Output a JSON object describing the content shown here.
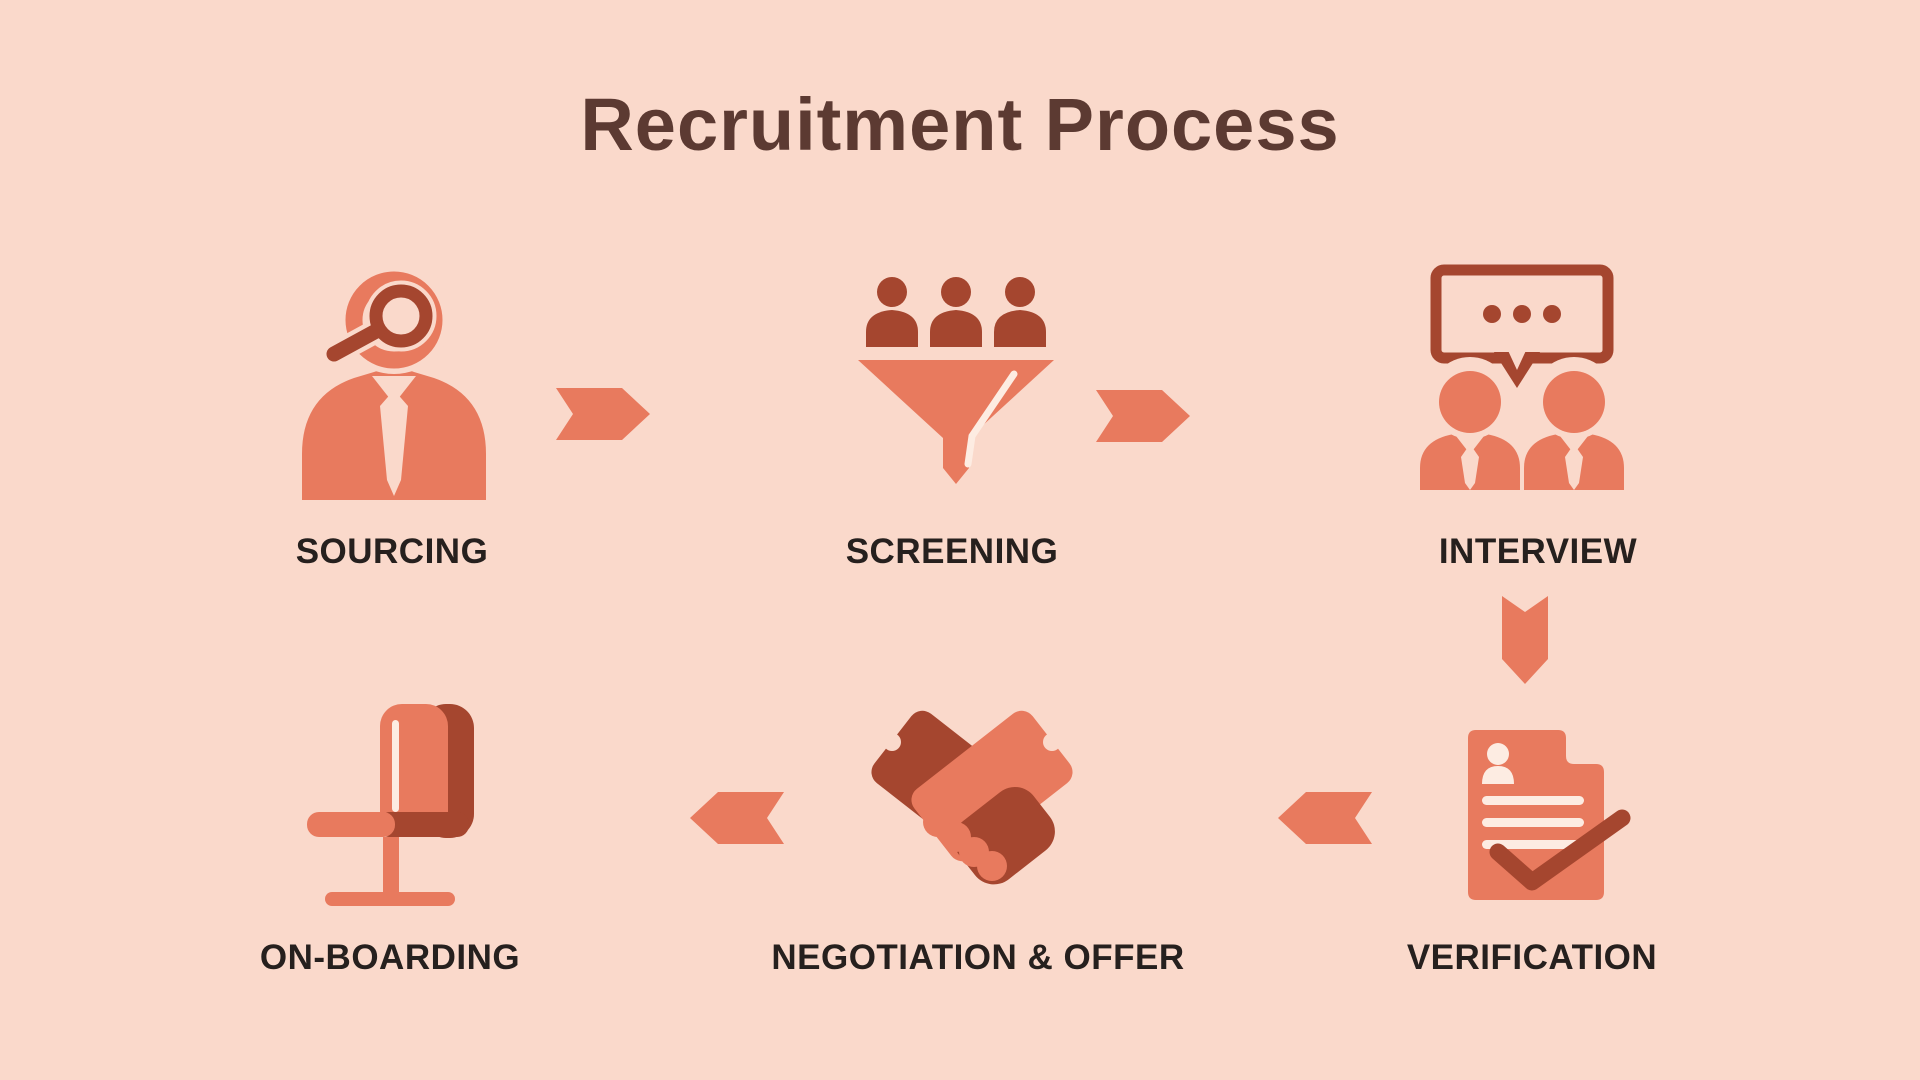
{
  "title": "Recruitment Process",
  "theme": {
    "bg": "#fad9cb",
    "salmon": "#e87a5e",
    "brick": "#a5462f",
    "title": "#5c3a32",
    "label": "#26201e",
    "cream": "#fdece2"
  },
  "steps": [
    {
      "id": "sourcing",
      "label": "SOURCING",
      "icon": "person-magnifier-icon"
    },
    {
      "id": "screening",
      "label": "SCREENING",
      "icon": "funnel-candidates-icon"
    },
    {
      "id": "interview",
      "label": "INTERVIEW",
      "icon": "people-chat-icon"
    },
    {
      "id": "verification",
      "label": "VERIFICATION",
      "icon": "document-check-icon"
    },
    {
      "id": "negotiation",
      "label": "NEGOTIATION & OFFER",
      "icon": "handshake-icon"
    },
    {
      "id": "onboarding",
      "label": "ON-BOARDING",
      "icon": "office-chair-icon"
    }
  ],
  "flow": {
    "order": [
      "SOURCING",
      "SCREENING",
      "INTERVIEW",
      "VERIFICATION",
      "NEGOTIATION & OFFER",
      "ON-BOARDING"
    ],
    "arrows": [
      {
        "from": "sourcing",
        "to": "screening",
        "direction": "right"
      },
      {
        "from": "screening",
        "to": "interview",
        "direction": "right"
      },
      {
        "from": "interview",
        "to": "verification",
        "direction": "down"
      },
      {
        "from": "verification",
        "to": "negotiation",
        "direction": "left"
      },
      {
        "from": "negotiation",
        "to": "onboarding",
        "direction": "left"
      }
    ]
  }
}
